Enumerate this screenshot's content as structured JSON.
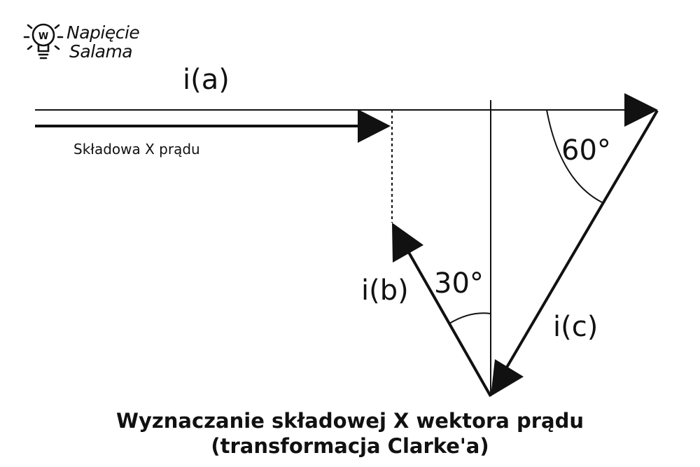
{
  "logo": {
    "bulb_letter": "W",
    "line1": "Napięcie",
    "line2": "Salama"
  },
  "labels": {
    "ia": "i(a)",
    "ib": "i(b)",
    "ic": "i(c)",
    "x_component": "Składowa X prądu",
    "angle_30": "30°",
    "angle_60": "60°"
  },
  "caption": {
    "line1": "Wyznaczanie składowej X wektora prądu",
    "line2": "(transformacja Clarke'a)"
  }
}
